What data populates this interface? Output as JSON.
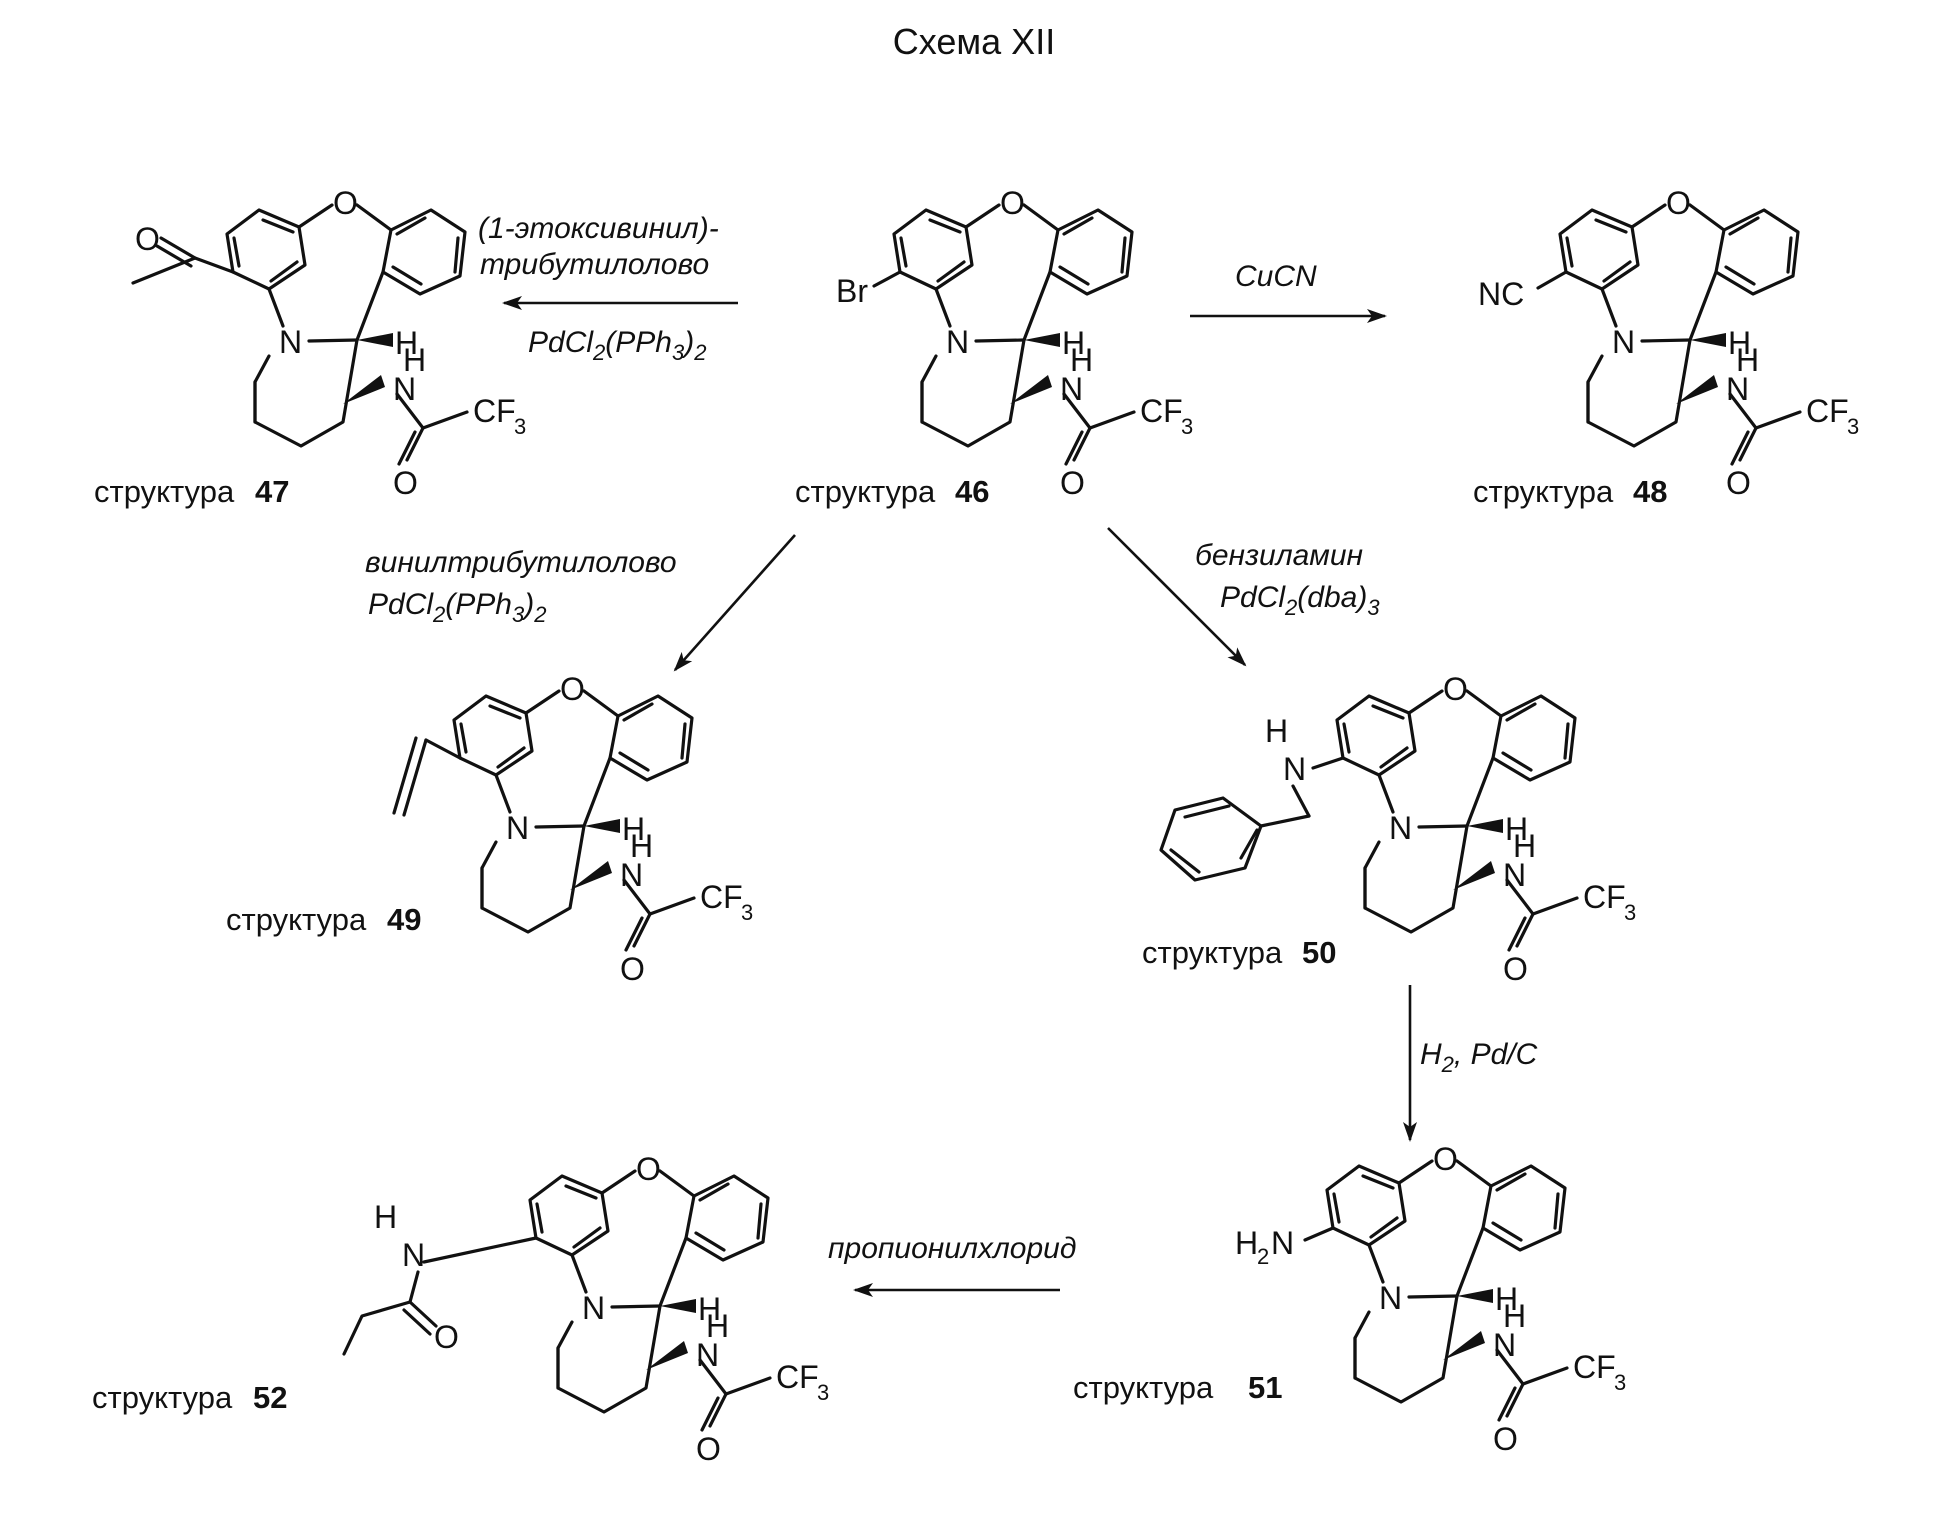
{
  "title": "Схема XII",
  "caption_word": "структура",
  "structures": {
    "s46": {
      "number": "46",
      "substituent": "Br"
    },
    "s47": {
      "number": "47",
      "substituent": "ацетил"
    },
    "s48": {
      "number": "48",
      "substituent": "NC"
    },
    "s49": {
      "number": "49",
      "substituent": "винил"
    },
    "s50": {
      "number": "50",
      "substituent": "бензиламино"
    },
    "s51": {
      "number": "51",
      "substituent": "H2N"
    },
    "s52": {
      "number": "52",
      "substituent": "пропионамидо"
    }
  },
  "core_labels": {
    "oxygen": "O",
    "nitrogen": "N",
    "hydrogen": "H",
    "cf3": "CF",
    "cf3_sub": "3",
    "carbonyl_o": "O"
  },
  "reactions": {
    "r46_47": {
      "line1": "(1-этоксивинил)-",
      "line2": "трибутилолово",
      "line3_a": "PdCl",
      "line3_b": "2",
      "line3_c": "(PPh",
      "line3_d": "3",
      "line3_e": ")",
      "line3_f": "2"
    },
    "r46_48": {
      "line1": "CuCN"
    },
    "r46_49": {
      "line1": "винилтрибутилолово",
      "line2_a": "PdCl",
      "line2_b": "2",
      "line2_c": "(PPh",
      "line2_d": "3",
      "line2_e": ")",
      "line2_f": "2"
    },
    "r46_50": {
      "line1": "бензиламин",
      "line2_a": "PdCl",
      "line2_b": "2",
      "line2_c": "(dba)",
      "line2_d": "3"
    },
    "r50_51": {
      "line1_a": "H",
      "line1_b": "2",
      "line1_c": ", Pd/C"
    },
    "r51_52": {
      "line1": "пропионилхлорид"
    }
  },
  "substituent_text": {
    "br": "Br",
    "nc": "NC",
    "h2n_a": "H",
    "h2n_b": "2",
    "h2n_c": "N",
    "nh_h": "H",
    "nh_n": "N",
    "acetyl_o": "O",
    "amide_o": "O"
  }
}
